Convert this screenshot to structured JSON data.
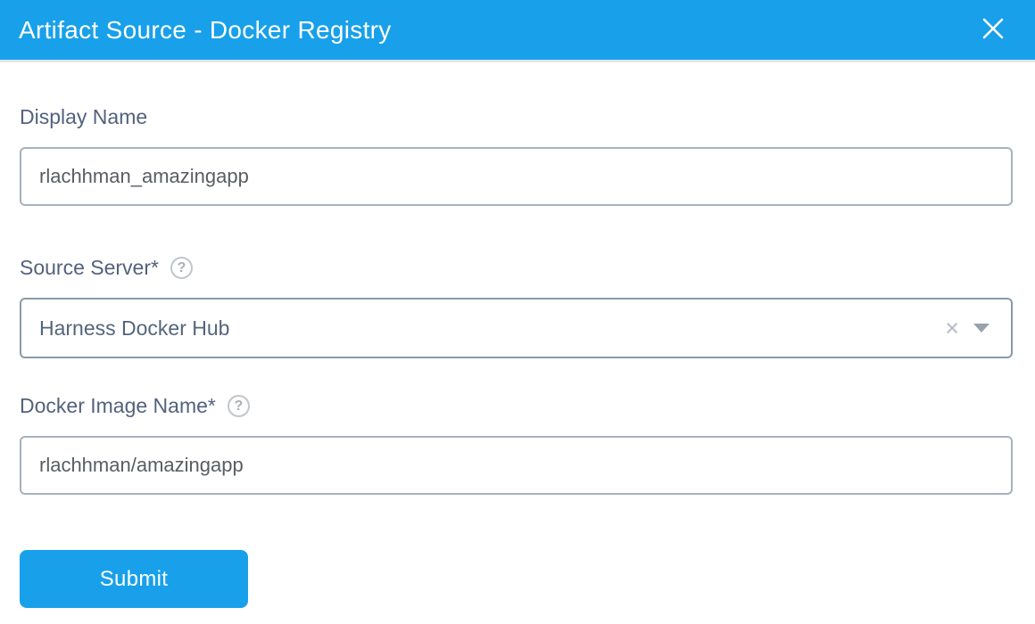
{
  "modal": {
    "title": "Artifact Source - Docker Registry"
  },
  "form": {
    "fields": [
      {
        "label": "Display Name",
        "value": "rlachhman_amazingapp",
        "type": "text",
        "has_help": false
      },
      {
        "label": "Source Server*",
        "value": "Harness Docker Hub",
        "type": "select",
        "has_help": true
      },
      {
        "label": "Docker Image Name*",
        "value": "rlachhman/amazingapp",
        "type": "text",
        "has_help": true
      }
    ],
    "help_glyph": "?",
    "clear_glyph": "×",
    "submit_label": "Submit"
  },
  "colors": {
    "accent_blue": "#18a0ea",
    "label_slate": "#53627c",
    "input_border": "#a7b1be",
    "select_border": "#8c99a8"
  }
}
